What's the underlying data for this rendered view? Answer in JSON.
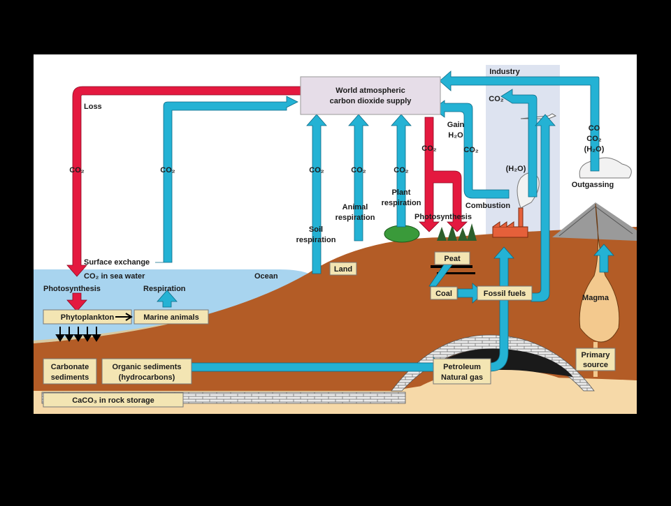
{
  "labels": {
    "atmosphere_line1": "World atmospheric",
    "atmosphere_line2": "carbon dioxide supply",
    "industry": "Industry",
    "loss": "Loss",
    "gain": "Gain",
    "h2o_gain": "H₂O",
    "co2": "CO₂",
    "co2_industry": "CO₂",
    "co_volcano": "CO",
    "co2_volcano": "CO₂",
    "h2o_volcano": "(H₂O)",
    "h2o_plume": "(H₂O)",
    "outgassing": "Outgassing",
    "combustion": "Combustion",
    "photosynthesis_land": "Photosynthesis",
    "plant_resp_1": "Plant",
    "plant_resp_2": "respiration",
    "animal_resp_1": "Animal",
    "animal_resp_2": "respiration",
    "soil_resp_1": "Soil",
    "soil_resp_2": "respiration",
    "surface_exchange": "Surface exchange",
    "co2_sea": "CO₂ in sea water",
    "ocean": "Ocean",
    "photosynthesis_sea": "Photosynthesis",
    "respiration_sea": "Respiration",
    "land": "Land",
    "peat": "Peat",
    "coal": "Coal",
    "fossil_fuels": "Fossil fuels",
    "magma": "Magma",
    "primary_1": "Primary",
    "primary_2": "source",
    "phytoplankton": "Phytoplankton",
    "marine_animals": "Marine animals",
    "carbonate_1": "Carbonate",
    "carbonate_2": "sediments",
    "organic_1": "Organic sediments",
    "organic_2": "(hydrocarbons)",
    "petroleum": "Petroleum",
    "natural_gas": "Natural gas",
    "caco3": "CaCO₃ in rock storage"
  },
  "colors": {
    "background": "#000000",
    "panel": "#ffffff",
    "sky": "#ffffff",
    "industry_band": "#dde3f0",
    "ocean": "#a8d4ef",
    "land": "#b35c26",
    "sand": "#f6d9a8",
    "red_arrow": "#e4193f",
    "blue_arrow": "#24b2d4",
    "label_box": "#f3e5b3",
    "atmosphere_box": "#e6dde8"
  }
}
